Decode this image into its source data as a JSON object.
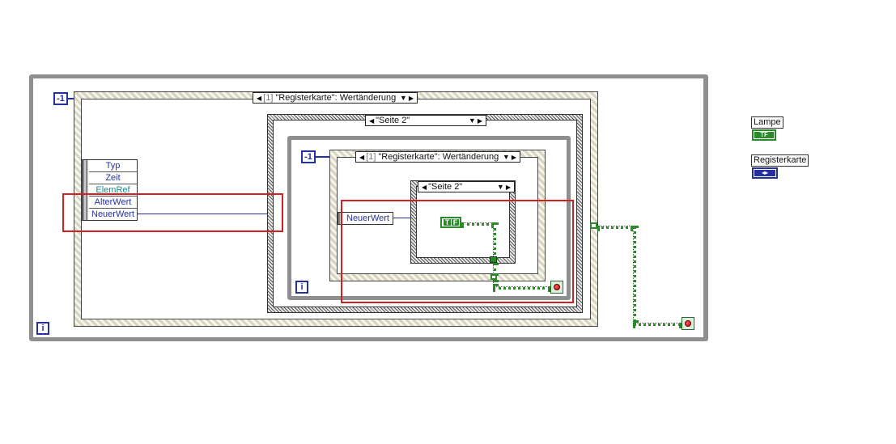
{
  "outer_loop": {
    "count_constant": "-1",
    "iteration_label": "i"
  },
  "event_structure_outer": {
    "index": "[1]",
    "case_label": "\"Registerkarte\": Wertänderung"
  },
  "event_data_node": {
    "items": [
      "Typ",
      "Zeit",
      "ElemRef",
      "AlterWert",
      "NeuerWert"
    ]
  },
  "case_structure_outer": {
    "case_label": "\"Seite 2\""
  },
  "inner_loop": {
    "count_constant": "-1",
    "iteration_label": "i"
  },
  "event_structure_inner": {
    "index": "[1]",
    "case_label": "\"Registerkarte\": Wertänderung"
  },
  "inner_event_node": {
    "item": "NeuerWert"
  },
  "case_structure_inner": {
    "case_label": "\"Seite 2\""
  },
  "bool_constant": {
    "label": "T F"
  },
  "terminals": {
    "lampe": {
      "label": "Lampe",
      "icon_text": "TF"
    },
    "registerkarte": {
      "label": "Registerkarte",
      "icon_text": "◂▸"
    }
  },
  "colors": {
    "accent_blue": "#2530a0",
    "highlight_red": "#d42020",
    "bool_green": "#2a8a2a"
  }
}
